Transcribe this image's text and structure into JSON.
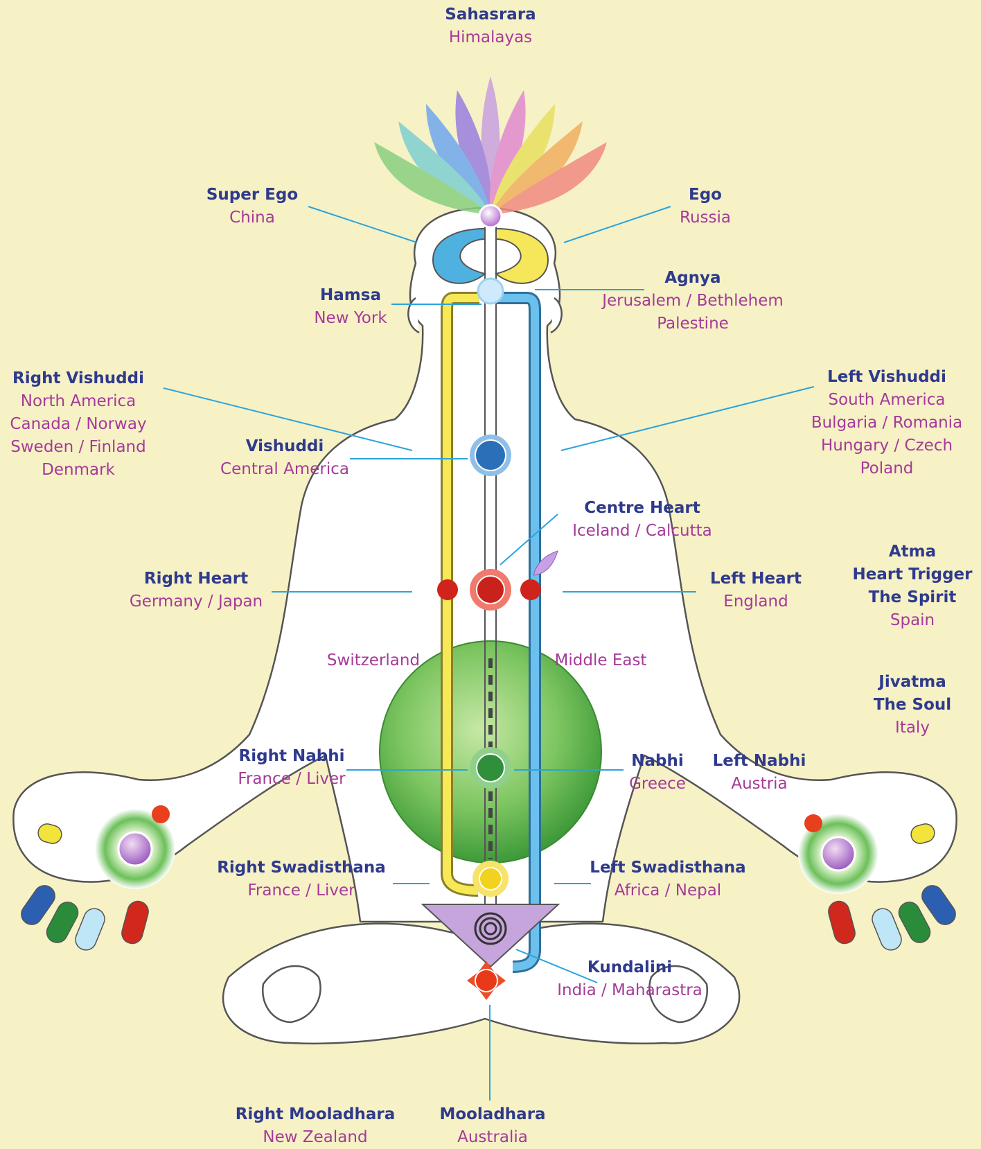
{
  "colors": {
    "background": "#f7f1c6",
    "title_text": "#2e3a8c",
    "subtitle_text": "#a53a98",
    "leader_line": "#2aa4dc",
    "ida_channel": "#3aa0d8",
    "pingala_channel": "#f2e23a",
    "void": "#5fb84a"
  },
  "labels": {
    "sahasrara": {
      "title": "Sahasrara",
      "lines": [
        "Himalayas"
      ]
    },
    "super_ego": {
      "title": "Super Ego",
      "lines": [
        "China"
      ]
    },
    "ego": {
      "title": "Ego",
      "lines": [
        "Russia"
      ]
    },
    "hamsa": {
      "title": "Hamsa",
      "lines": [
        "New York"
      ]
    },
    "agnya": {
      "title": "Agnya",
      "lines": [
        "Jerusalem / Bethlehem",
        "Palestine"
      ]
    },
    "right_vishuddi": {
      "title": "Right Vishuddi",
      "lines": [
        "North America",
        "Canada  / Norway",
        "Sweden  / Finland",
        "Denmark"
      ]
    },
    "left_vishuddi": {
      "title": "Left Vishuddi",
      "lines": [
        "South America",
        "Bulgaria / Romania",
        "Hungary / Czech",
        "Poland"
      ]
    },
    "vishuddi": {
      "title": "Vishuddi",
      "lines": [
        "Central America"
      ]
    },
    "centre_heart": {
      "title": "Centre Heart",
      "lines": [
        "Iceland / Calcutta"
      ]
    },
    "right_heart": {
      "title": "Right Heart",
      "lines": [
        "Germany / Japan"
      ]
    },
    "left_heart": {
      "title": "Left Heart",
      "lines": [
        "England"
      ]
    },
    "atma": {
      "title": "Atma",
      "title2": "Heart Trigger",
      "title3": "The Spirit",
      "lines": [
        "Spain"
      ]
    },
    "switzerland": {
      "lines": [
        "Switzerland"
      ]
    },
    "middle_east": {
      "lines": [
        "Middle East"
      ]
    },
    "jivatma": {
      "title": "Jivatma",
      "title2": "The Soul",
      "lines": [
        "Italy"
      ]
    },
    "right_nabhi": {
      "title": "Right Nabhi",
      "lines": [
        "France / Liver"
      ]
    },
    "nabhi": {
      "title": "Nabhi",
      "lines": [
        "Greece"
      ]
    },
    "left_nabhi": {
      "title": "Left Nabhi",
      "lines": [
        "Austria"
      ]
    },
    "right_swadisthana": {
      "title": "Right Swadisthana",
      "lines": [
        "France / Liver"
      ]
    },
    "left_swadisthana": {
      "title": "Left Swadisthana",
      "lines": [
        "Africa / Nepal"
      ]
    },
    "kundalini": {
      "title": "Kundalini",
      "lines": [
        "India / Maharastra"
      ]
    },
    "right_mooladhara": {
      "title": "Right Mooladhara",
      "lines": [
        "New Zealand"
      ]
    },
    "mooladhara": {
      "title": "Mooladhara",
      "lines": [
        "Australia"
      ]
    }
  }
}
